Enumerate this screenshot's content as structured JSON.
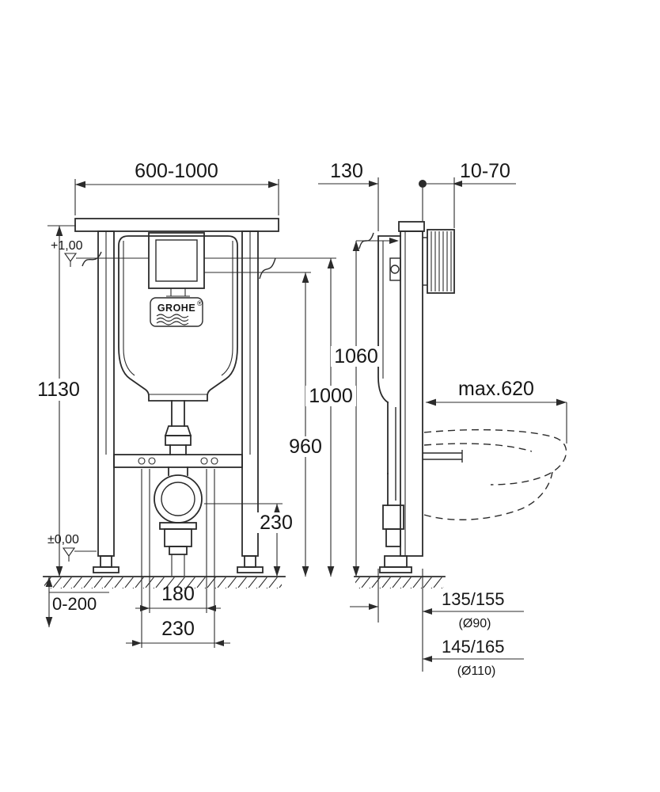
{
  "d": {
    "brand": "GROHE",
    "reg": "®",
    "top_width": "600-1000",
    "height_1130": "1130",
    "level_plus": "+1,00",
    "level_zero": "±0,00",
    "foot_range": "0-200",
    "spacing_180": "180",
    "spacing_230": "230",
    "outlet_230": "230",
    "h_960": "960",
    "h_1000": "1000",
    "h_1060": "1060",
    "depth_130": "130",
    "rod_10_70": "10-70",
    "bowl_620": "max.620",
    "drain1": "135/155",
    "drain1_dia": "(Ø90)",
    "drain2": "145/165",
    "drain2_dia": "(Ø110)"
  }
}
